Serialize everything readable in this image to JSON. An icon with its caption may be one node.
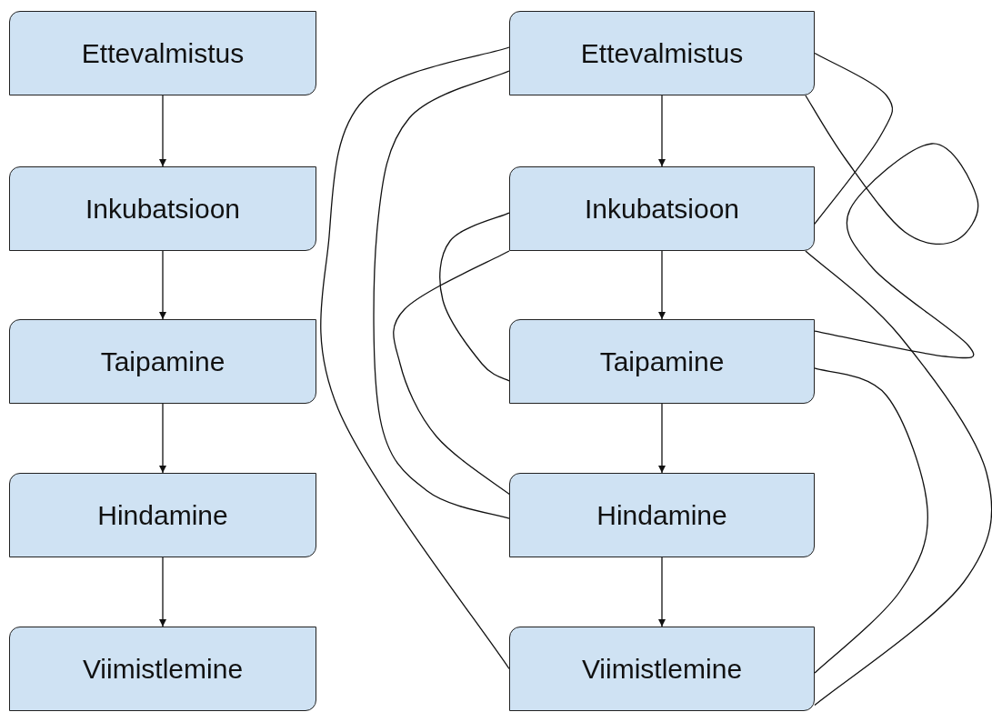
{
  "diagram": {
    "nodes": [
      {
        "text": [
          "Ettevalmistus"
        ]
      },
      {
        "text": [
          "Inkubatsioon"
        ]
      },
      {
        "text": [
          "Taipamine"
        ]
      },
      {
        "text": [
          "Hindamine"
        ]
      },
      {
        "text": [
          "Viimistlemine"
        ]
      },
      {
        "text": [
          "Ettevalmistus"
        ]
      },
      {
        "text": [
          "Inkubatsioon"
        ]
      },
      {
        "text": [
          "Taipamine"
        ]
      },
      {
        "text": [
          "Hindamine"
        ]
      },
      {
        "text": [
          "Viimistlemine"
        ]
      }
    ],
    "edges": [
      {
        "from": 0,
        "to": 1,
        "arrow": "to"
      },
      {
        "from": 1,
        "to": 2,
        "arrow": "to"
      },
      {
        "from": 2,
        "to": 3,
        "arrow": "to"
      },
      {
        "from": 3,
        "to": 4,
        "arrow": "to"
      },
      {
        "from": 5,
        "to": 6,
        "arrow": "to"
      },
      {
        "from": 6,
        "to": 7,
        "arrow": "to"
      },
      {
        "from": 7,
        "to": 8,
        "arrow": "to"
      },
      {
        "from": 8,
        "to": 9,
        "arrow": "to"
      },
      {
        "from": 5,
        "to": 9,
        "arrow": "none"
      },
      {
        "from": 5,
        "to": 8,
        "arrow": "none"
      },
      {
        "from": 6,
        "to": 7,
        "arrow": "none"
      },
      {
        "from": 6,
        "to": 8,
        "arrow": "none"
      },
      {
        "from": 5,
        "to": 6,
        "arrow": "none"
      },
      {
        "from": 5,
        "to": 7,
        "arrow": "none"
      },
      {
        "from": 6,
        "to": 9,
        "arrow": "none"
      },
      {
        "from": 7,
        "to": 9,
        "arrow": "none"
      }
    ]
  }
}
